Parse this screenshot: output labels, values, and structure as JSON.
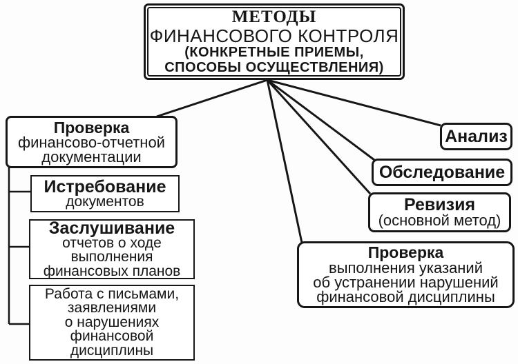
{
  "diagram_title": "МЕТОДЫ ФИНАНСОВОГО КОНТРОЛЯ",
  "colors": {
    "ink": "#161616",
    "paper": "#fdfdfd",
    "box_fill": "#ffffff"
  },
  "nodes": {
    "root": {
      "lines": [
        "МЕТОДЫ",
        "ФИНАНСОВОГО КОНТРОЛЯ",
        "(КОНКРЕТНЫЕ ПРИЕМЫ,",
        "СПОСОБЫ ОСУЩЕСТВЛЕНИЯ)"
      ]
    },
    "check_documentation": {
      "title": "Проверка",
      "lines": [
        "финансово-отчетной",
        "документации"
      ]
    },
    "demand_documents": {
      "title": "Истребование",
      "lines": [
        "документов"
      ]
    },
    "hearing_reports": {
      "title": "Заслушивание",
      "lines": [
        "отчетов о ходе",
        "выполнения",
        "финансовых планов"
      ]
    },
    "work_with_letters": {
      "lines": [
        "Работа с письмами,",
        "заявлениями",
        "о нарушениях",
        "финансовой",
        "дисциплины"
      ]
    },
    "analysis": {
      "title": "Анализ"
    },
    "inspection": {
      "title": "Обследование"
    },
    "revision": {
      "title": "Ревизия",
      "lines": [
        "(основной метод)"
      ]
    },
    "check_execution": {
      "title": "Проверка",
      "lines": [
        "выполнения указаний",
        "об устранении нарушений",
        "финансовой дисциплины"
      ]
    }
  }
}
